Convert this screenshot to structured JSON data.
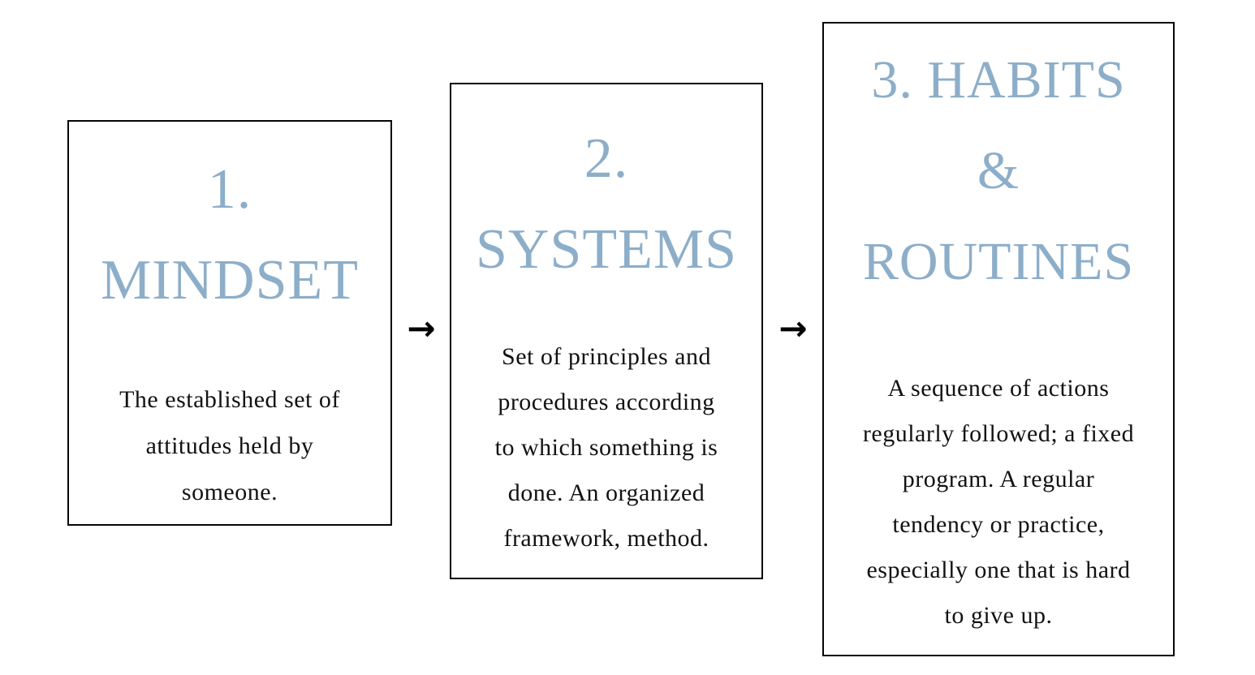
{
  "colors": {
    "title_blue": "#8daec9",
    "body_text": "#121212",
    "box_border": "#050505",
    "background": "#ffffff",
    "arrow_black": "#000000"
  },
  "arrow": {
    "glyph": "→"
  },
  "boxes": [
    {
      "step": "1",
      "title_lines": [
        "1.",
        "MINDSET"
      ],
      "body_lines": [
        "The established set of",
        "attitudes held by",
        "someone."
      ]
    },
    {
      "step": "2",
      "title_lines": [
        "2.",
        "SYSTEMS"
      ],
      "body_lines": [
        "Set of principles and",
        "procedures according",
        "to which something is",
        "done. An organized",
        "framework, method."
      ]
    },
    {
      "step": "3",
      "title_lines": [
        "3. HABITS",
        "&",
        "ROUTINES"
      ],
      "body_lines": [
        "A sequence of actions",
        "regularly followed; a fixed",
        "program. A regular",
        "tendency or practice,",
        "especially one that is hard",
        "to give up."
      ]
    }
  ]
}
